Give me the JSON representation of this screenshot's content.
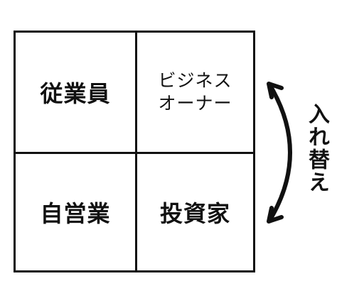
{
  "quadrants": {
    "top_left": "従業員",
    "top_right_line1": "ビジネス",
    "top_right_line2": "オーナー",
    "bottom_left": "自営業",
    "bottom_right": "投資家"
  },
  "side_label": "入れ替え",
  "colors": {
    "line": "#111111",
    "background": "#ffffff"
  },
  "icons": {
    "swap_arrow": "double-headed-curved-arrow"
  }
}
